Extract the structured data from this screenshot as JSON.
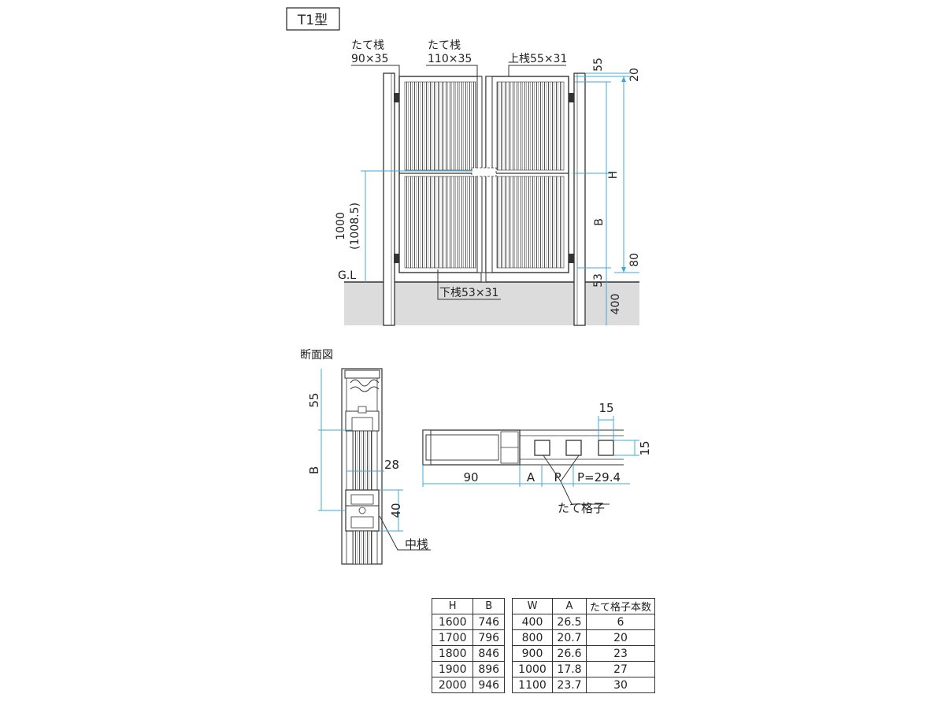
{
  "title": "T1型",
  "front_view": {
    "label_post_left_line1": "たて桟",
    "label_post_left_line2": "90×35",
    "label_post_center_line1": "たて桟",
    "label_post_center_line2": "110×35",
    "label_top_rail": "上桟55×31",
    "label_bottom_rail": "下桟53×31",
    "label_gl": "G.L",
    "dim_1000_line1": "1000",
    "dim_1000_line2": "(1008.5)",
    "dim_h": "H",
    "dim_b": "B",
    "dim_55": "55",
    "dim_20": "20",
    "dim_80": "80",
    "dim_53": "53",
    "dim_400": "400"
  },
  "section_view": {
    "title": "断面図",
    "dim_55": "55",
    "dim_b": "B",
    "dim_28": "28",
    "dim_40": "40",
    "label_mid_rail": "中桟",
    "dim_15_top": "15",
    "dim_15_side": "15",
    "dim_90": "90",
    "dim_a": "A",
    "dim_p": "P",
    "dim_p_value": "P=29.4",
    "label_picket": "たて格子"
  },
  "table_hb": {
    "headers": [
      "H",
      "B"
    ],
    "rows": [
      [
        "1600",
        "746"
      ],
      [
        "1700",
        "796"
      ],
      [
        "1800",
        "846"
      ],
      [
        "1900",
        "896"
      ],
      [
        "2000",
        "946"
      ]
    ]
  },
  "table_wa": {
    "headers": [
      "W",
      "A",
      "たて格子本数"
    ],
    "rows": [
      [
        "400",
        "26.5",
        "6"
      ],
      [
        "800",
        "20.7",
        "20"
      ],
      [
        "900",
        "26.6",
        "23"
      ],
      [
        "1000",
        "17.8",
        "27"
      ],
      [
        "1100",
        "23.7",
        "30"
      ]
    ]
  },
  "colors": {
    "dimension": "#3fa9d6",
    "ground": "#dcdcdc",
    "line": "#333333"
  }
}
